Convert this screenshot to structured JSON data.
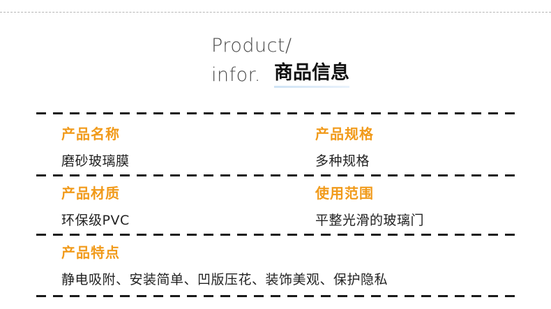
{
  "heading": {
    "en_line1": "Product/",
    "en_line2": "infor.",
    "cn": "商品信息"
  },
  "fields": {
    "name": {
      "label": "产品名称",
      "value": "磨砂玻璃膜"
    },
    "spec": {
      "label": "产品规格",
      "value": "多种规格"
    },
    "material": {
      "label": "产品材质",
      "value": "环保级PVC"
    },
    "usage": {
      "label": "使用范围",
      "value": "平整光滑的玻璃门"
    },
    "features": {
      "label": "产品特点",
      "value": "静电吸附、安装简单、凹版压花、装饰美观、保护隐私"
    }
  },
  "colors": {
    "label": "#f19a1a",
    "text": "#222222",
    "rule": "#1a1a1a"
  }
}
